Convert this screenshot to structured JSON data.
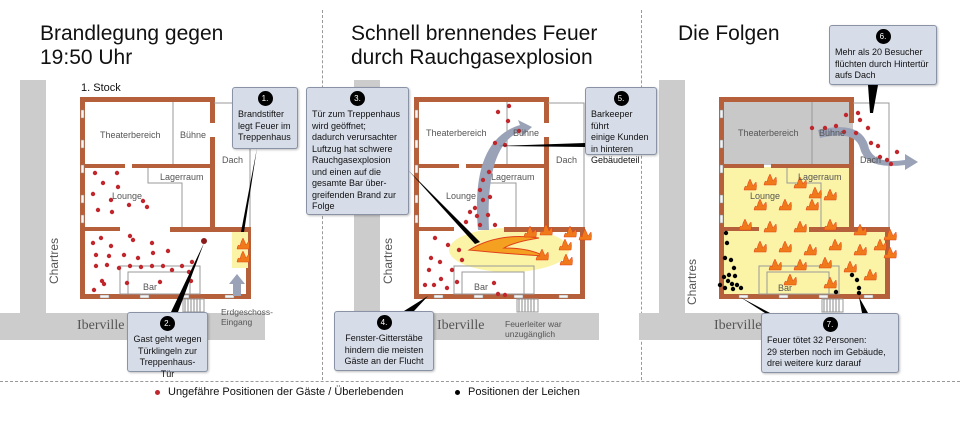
{
  "panels": [
    {
      "title": "Brandlegung gegen\n19:50 Uhr",
      "floor_label": "1. Stock",
      "rooms": {
        "theater": "Theaterbereich",
        "stage": "Bühne",
        "roof": "Dach",
        "storage": "Lagerraum",
        "lounge": "Lounge",
        "bar": "Bar"
      },
      "streets": {
        "vertical": "Chartres",
        "horizontal": "Iberville"
      },
      "note": "Erdgeschoss-\nEingang",
      "callouts": [
        {
          "number": "1.",
          "text": "Brandstifter\nlegt Feuer im\nTreppenhaus"
        },
        {
          "number": "2.",
          "text": "Gast geht wegen\nTürklingeln zur\nTreppenhaus-Tür"
        }
      ]
    },
    {
      "title": "Schnell brennendes Feuer\ndurch Rauchgasexplosion",
      "rooms": {
        "theater": "Theaterbereich",
        "stage": "Bühne",
        "roof": "Dach",
        "storage": "Lagerraum",
        "lounge": "Lounge",
        "bar": "Bar"
      },
      "streets": {
        "vertical": "Chartres",
        "horizontal": "Iberville"
      },
      "note": "Feuerleiter war\nunzugänglich",
      "callouts": [
        {
          "number": "3.",
          "text": "Tür zum Treppenhaus\nwird geöffnet;\ndadurch verursachter\nLuftzug hat schwere\nRauchgasexplosion\nund einen auf die\ngesamte Bar über-\ngreifenden Brand zur\nFolge"
        },
        {
          "number": "4.",
          "text": "Fenster-Gitterstäbe\nhindern die meisten\nGäste an der Flucht"
        },
        {
          "number": "5.",
          "text": "Barkeeper führt\neinige Kunden\nin hinteren\nGebäudeteil"
        }
      ]
    },
    {
      "title": "Die Folgen",
      "rooms": {
        "theater": "Theaterbereich",
        "stage": "Bühne",
        "roof": "Dach",
        "storage": "Lagerraum",
        "lounge": "Lounge",
        "bar": "Bar"
      },
      "streets": {
        "vertical": "Chartres",
        "horizontal": "Iberville"
      },
      "callouts": [
        {
          "number": "6.",
          "text": "Mehr als 20 Besucher\nflüchten durch Hintertür\naufs Dach"
        },
        {
          "number": "7.",
          "text": "Feuer tötet 32 Personen:\n29 sterben noch im Gebäude,\ndrei weitere kurz darauf"
        }
      ]
    }
  ],
  "legend": {
    "guests": {
      "label": "Ungefähre Positionen der Gäste / Überlebenden",
      "color": "#c0272d"
    },
    "bodies": {
      "label": "Positionen der Leichen",
      "color": "#000000"
    }
  },
  "colors": {
    "wall": "#b5603a",
    "street": "#cccccc",
    "fire_zone": "#fbf3a6",
    "flame": "#f07a1a",
    "burnt_room": "#c8c8c8",
    "callout_bg": "#d6dce8",
    "arrow": "#9aa2b8"
  }
}
